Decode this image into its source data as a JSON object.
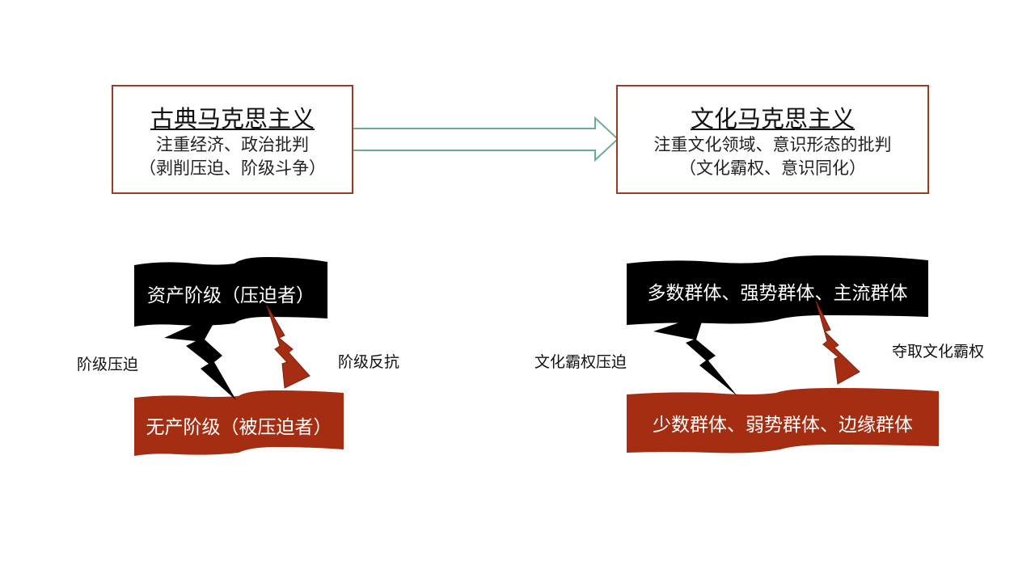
{
  "classic": {
    "title": "古典马克思主义",
    "line1": "注重经济、政治批判",
    "line2": "（剥削压迫、阶级斗争）"
  },
  "cultural": {
    "title": "文化马克思主义",
    "line1": "注重文化领域、意识形态的批判",
    "line2": "（文化霸权、意识同化）"
  },
  "left_diagram": {
    "top_banner": "资产阶级（压迫者）",
    "bottom_banner": "无产阶级（被压迫者）",
    "down_label": "阶级压迫",
    "up_label": "阶级反抗"
  },
  "right_diagram": {
    "top_banner": "多数群体、强势群体、主流群体",
    "bottom_banner": "少数群体、弱势群体、边缘群体",
    "down_label": "文化霸权压迫",
    "up_label": "夺取文化霸权"
  },
  "colors": {
    "accent_red": "#a52e12",
    "black": "#000000",
    "arrow_outline": "#6aab98",
    "box_border": "#9a3b22"
  }
}
